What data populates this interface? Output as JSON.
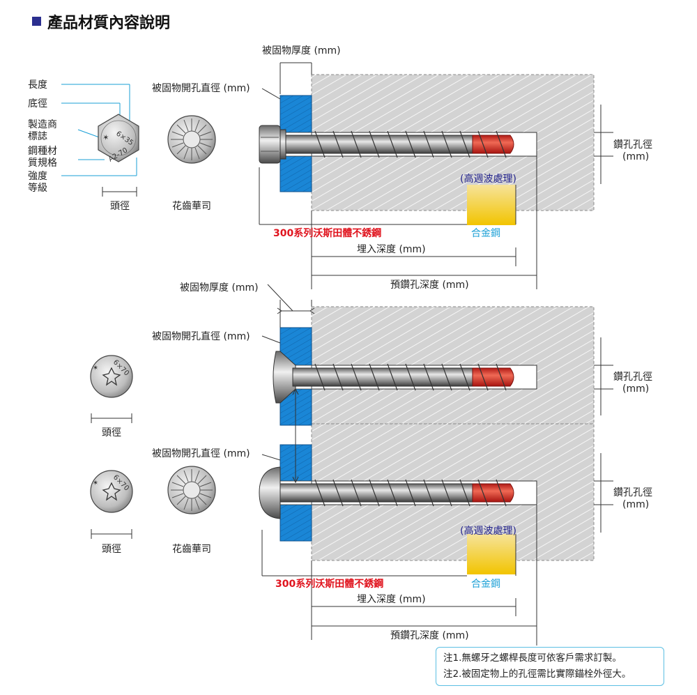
{
  "header": {
    "title": "產品材質內容說明"
  },
  "labels": {
    "length": "長度",
    "base_dia": "底徑",
    "maker_1": "製造商",
    "maker_2": "標誌",
    "steel_1": "鋼種材",
    "steel_2": "質規格",
    "strength_1": "強度",
    "strength_2": "等級",
    "head_dia": "頭徑",
    "serrated_washer": "花齒華司",
    "fixture_thickness": "被固物厚度 (mm)",
    "fixture_hole": "被固物開孔直徑 (mm)",
    "drill_dia_1": "鑽孔孔徑",
    "drill_dia_2": "(mm)",
    "hf_treatment": "(高週波處理)",
    "stainless": "300系列沃斯田體不銹鋼",
    "alloy": "合金鋼",
    "embed_depth": "埋入深度 (mm)",
    "predrill_depth": "預鑽孔深度 (mm)"
  },
  "head_markings": {
    "size_top": "6×35",
    "grade_top": "A2-70",
    "size": "6×70"
  },
  "notes": [
    "注1.無螺牙之螺桿長度可依客戶需求訂製。",
    "注2.被固定物上的孔徑需比實際錨栓外徑大。"
  ],
  "colors": {
    "fixture": "#1a86d6",
    "tip": "#e2332e",
    "alloy": "#f4d21f",
    "accent": "#1a9fd6",
    "concrete": "#d4d4d4"
  }
}
